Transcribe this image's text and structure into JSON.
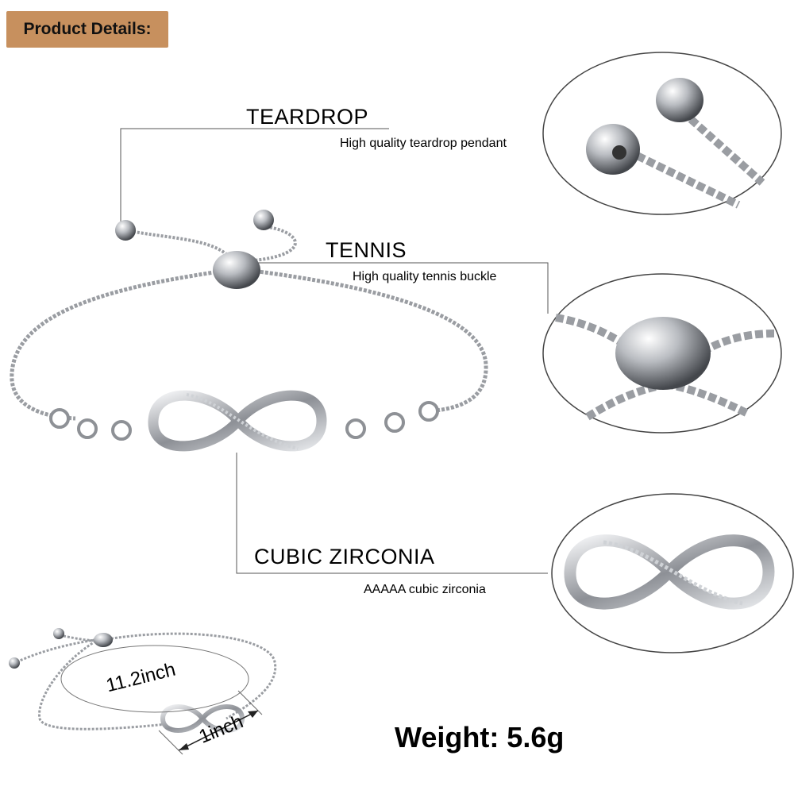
{
  "header": {
    "tag": "Product Details:"
  },
  "callouts": [
    {
      "title": "TEARDROP",
      "subtitle": "High quality teardrop pendant"
    },
    {
      "title": "TENNIS",
      "subtitle": "High quality tennis buckle"
    },
    {
      "title": "CUBIC ZIRCONIA",
      "subtitle": "AAAAA cubic zirconia"
    }
  ],
  "dimensions": {
    "length": "11.2inch",
    "width": "1inch"
  },
  "weight": "Weight: 5.6g",
  "colors": {
    "tag_bg": "#c7905e",
    "silver": "#a9acb1",
    "line": "#555555"
  }
}
